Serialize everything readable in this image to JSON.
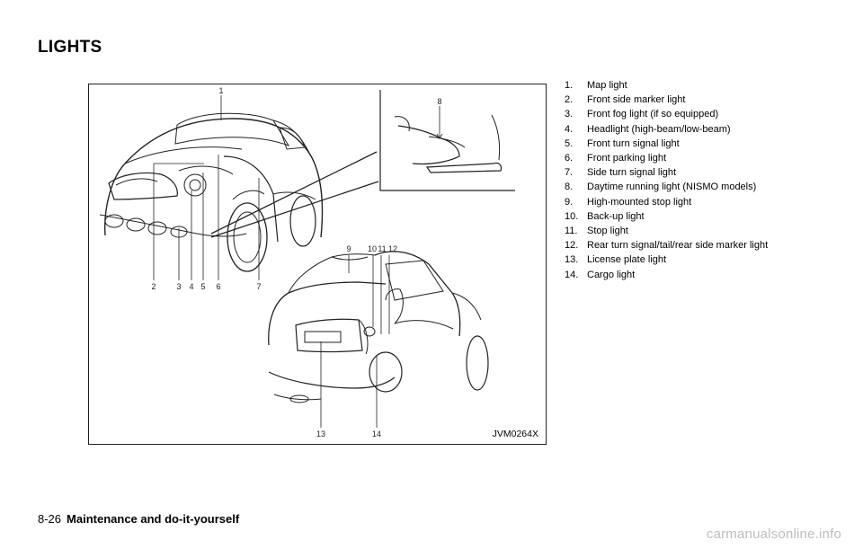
{
  "section_title": "LIGHTS",
  "figure": {
    "code": "JVM0264X",
    "callouts": {
      "c1": "1",
      "c2": "2",
      "c3": "3",
      "c4": "4",
      "c5": "5",
      "c6": "6",
      "c7": "7",
      "c8": "8",
      "c9": "9",
      "c10": "10",
      "c11": "11",
      "c12": "12",
      "c13": "13",
      "c14": "14"
    }
  },
  "legend": [
    {
      "num": "1.",
      "text": "Map light"
    },
    {
      "num": "2.",
      "text": "Front side marker light"
    },
    {
      "num": "3.",
      "text": "Front fog light (if so equipped)"
    },
    {
      "num": "4.",
      "text": "Headlight (high-beam/low-beam)"
    },
    {
      "num": "5.",
      "text": "Front turn signal light"
    },
    {
      "num": "6.",
      "text": "Front parking light"
    },
    {
      "num": "7.",
      "text": "Side turn signal light"
    },
    {
      "num": "8.",
      "text": "Daytime running light (NISMO models)"
    },
    {
      "num": "9.",
      "text": "High-mounted stop light"
    },
    {
      "num": "10.",
      "text": "Back-up light"
    },
    {
      "num": "11.",
      "text": "Stop light"
    },
    {
      "num": "12.",
      "text": "Rear turn signal/tail/rear side marker light"
    },
    {
      "num": "13.",
      "text": "License plate light"
    },
    {
      "num": "14.",
      "text": "Cargo light"
    }
  ],
  "footer": {
    "page_number": "8-26",
    "chapter": "Maintenance and do-it-yourself"
  },
  "watermark": "carmanualsonline.info"
}
